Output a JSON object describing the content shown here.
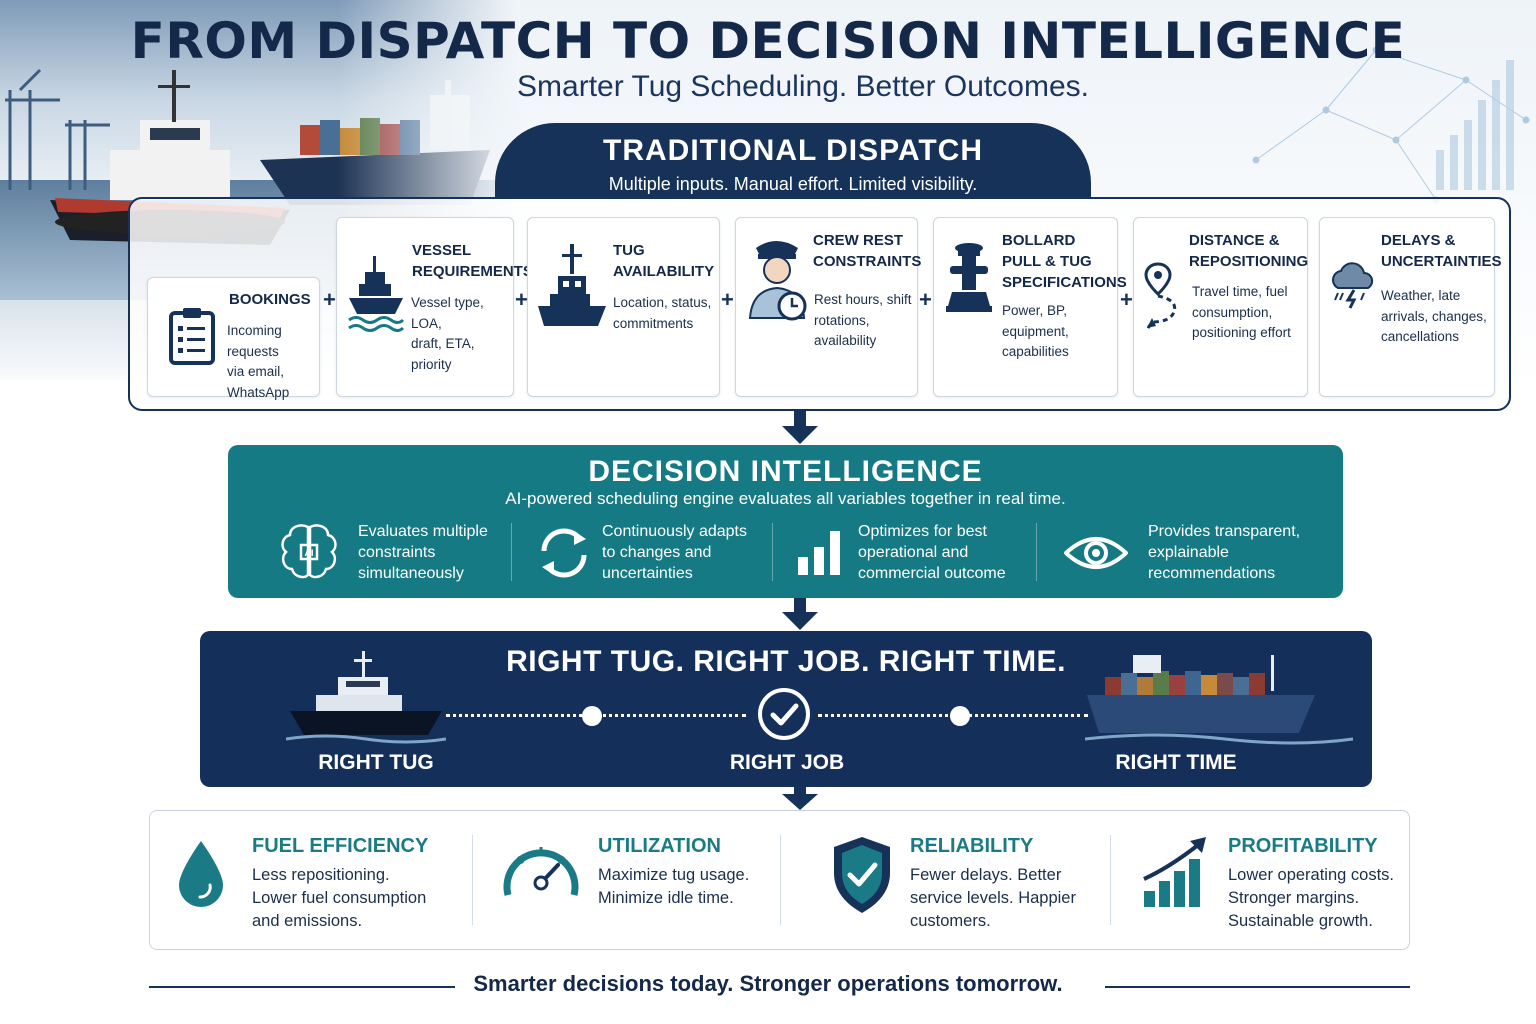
{
  "header": {
    "title": "FROM DISPATCH TO DECISION INTELLIGENCE",
    "subtitle": "Smarter Tug Scheduling. Better Outcomes."
  },
  "traditional": {
    "title": "TRADITIONAL DISPATCH",
    "subtitle": "Multiple inputs. Manual effort. Limited visibility.",
    "cards": [
      {
        "title": "BOOKINGS",
        "desc": "Incoming requests\nvia email,\nWhatsApp",
        "icon": "clipboard-icon"
      },
      {
        "title": "VESSEL\nREQUIREMENTS",
        "desc": "Vessel type, LOA,\ndraft, ETA, priority",
        "icon": "ship-icon"
      },
      {
        "title": "TUG\nAVAILABILITY",
        "desc": "Location, status,\ncommitments",
        "icon": "tug-icon"
      },
      {
        "title": "CREW REST\nCONSTRAINTS",
        "desc": "Rest hours, shift\nrotations,\navailability",
        "icon": "crew-clock-icon"
      },
      {
        "title": "BOLLARD\nPULL & TUG\nSPECIFICATIONS",
        "desc": "Power, BP,\nequipment,\ncapabilities",
        "icon": "bollard-icon"
      },
      {
        "title": "DISTANCE &\nREPOSITIONING",
        "desc": "Travel time, fuel\nconsumption,\npositioning effort",
        "icon": "route-pin-icon"
      },
      {
        "title": "DELAYS &\nUNCERTAINTIES",
        "desc": "Weather, late\narrivals, changes,\ncancellations",
        "icon": "storm-cloud-icon"
      }
    ],
    "plus": "+"
  },
  "decision": {
    "title": "DECISION INTELLIGENCE",
    "subtitle": "AI-powered scheduling engine evaluates all variables together in real time.",
    "features": [
      {
        "text": "Evaluates multiple\nconstraints\nsimultaneously",
        "icon": "ai-brain-icon"
      },
      {
        "text": "Continuously adapts\nto changes and\nuncertainties",
        "icon": "refresh-icon"
      },
      {
        "text": "Optimizes for best\noperational and\ncommercial outcome",
        "icon": "bar-chart-icon"
      },
      {
        "text": "Provides transparent,\nexplainable\nrecommendations",
        "icon": "eye-icon"
      }
    ]
  },
  "right": {
    "title": "RIGHT TUG. RIGHT JOB. RIGHT TIME.",
    "labels": [
      "RIGHT TUG",
      "RIGHT JOB",
      "RIGHT TIME"
    ]
  },
  "benefits": [
    {
      "title": "FUEL EFFICIENCY",
      "desc": "Less repositioning.\nLower fuel consumption\nand emissions.",
      "icon": "droplet-icon"
    },
    {
      "title": "UTILIZATION",
      "desc": "Maximize tug usage.\nMinimize idle time.",
      "icon": "gauge-icon"
    },
    {
      "title": "RELIABILITY",
      "desc": "Fewer delays. Better\nservice levels. Happier\ncustomers.",
      "icon": "shield-check-icon"
    },
    {
      "title": "PROFITABILITY",
      "desc": "Lower operating costs.\nStronger margins.\nSustainable growth.",
      "icon": "growth-chart-icon"
    }
  ],
  "footer": "Smarter decisions today. Stronger operations tomorrow.",
  "colors": {
    "navy": "#163259",
    "teal": "#157a84",
    "accent_teal": "#1a7b86"
  }
}
